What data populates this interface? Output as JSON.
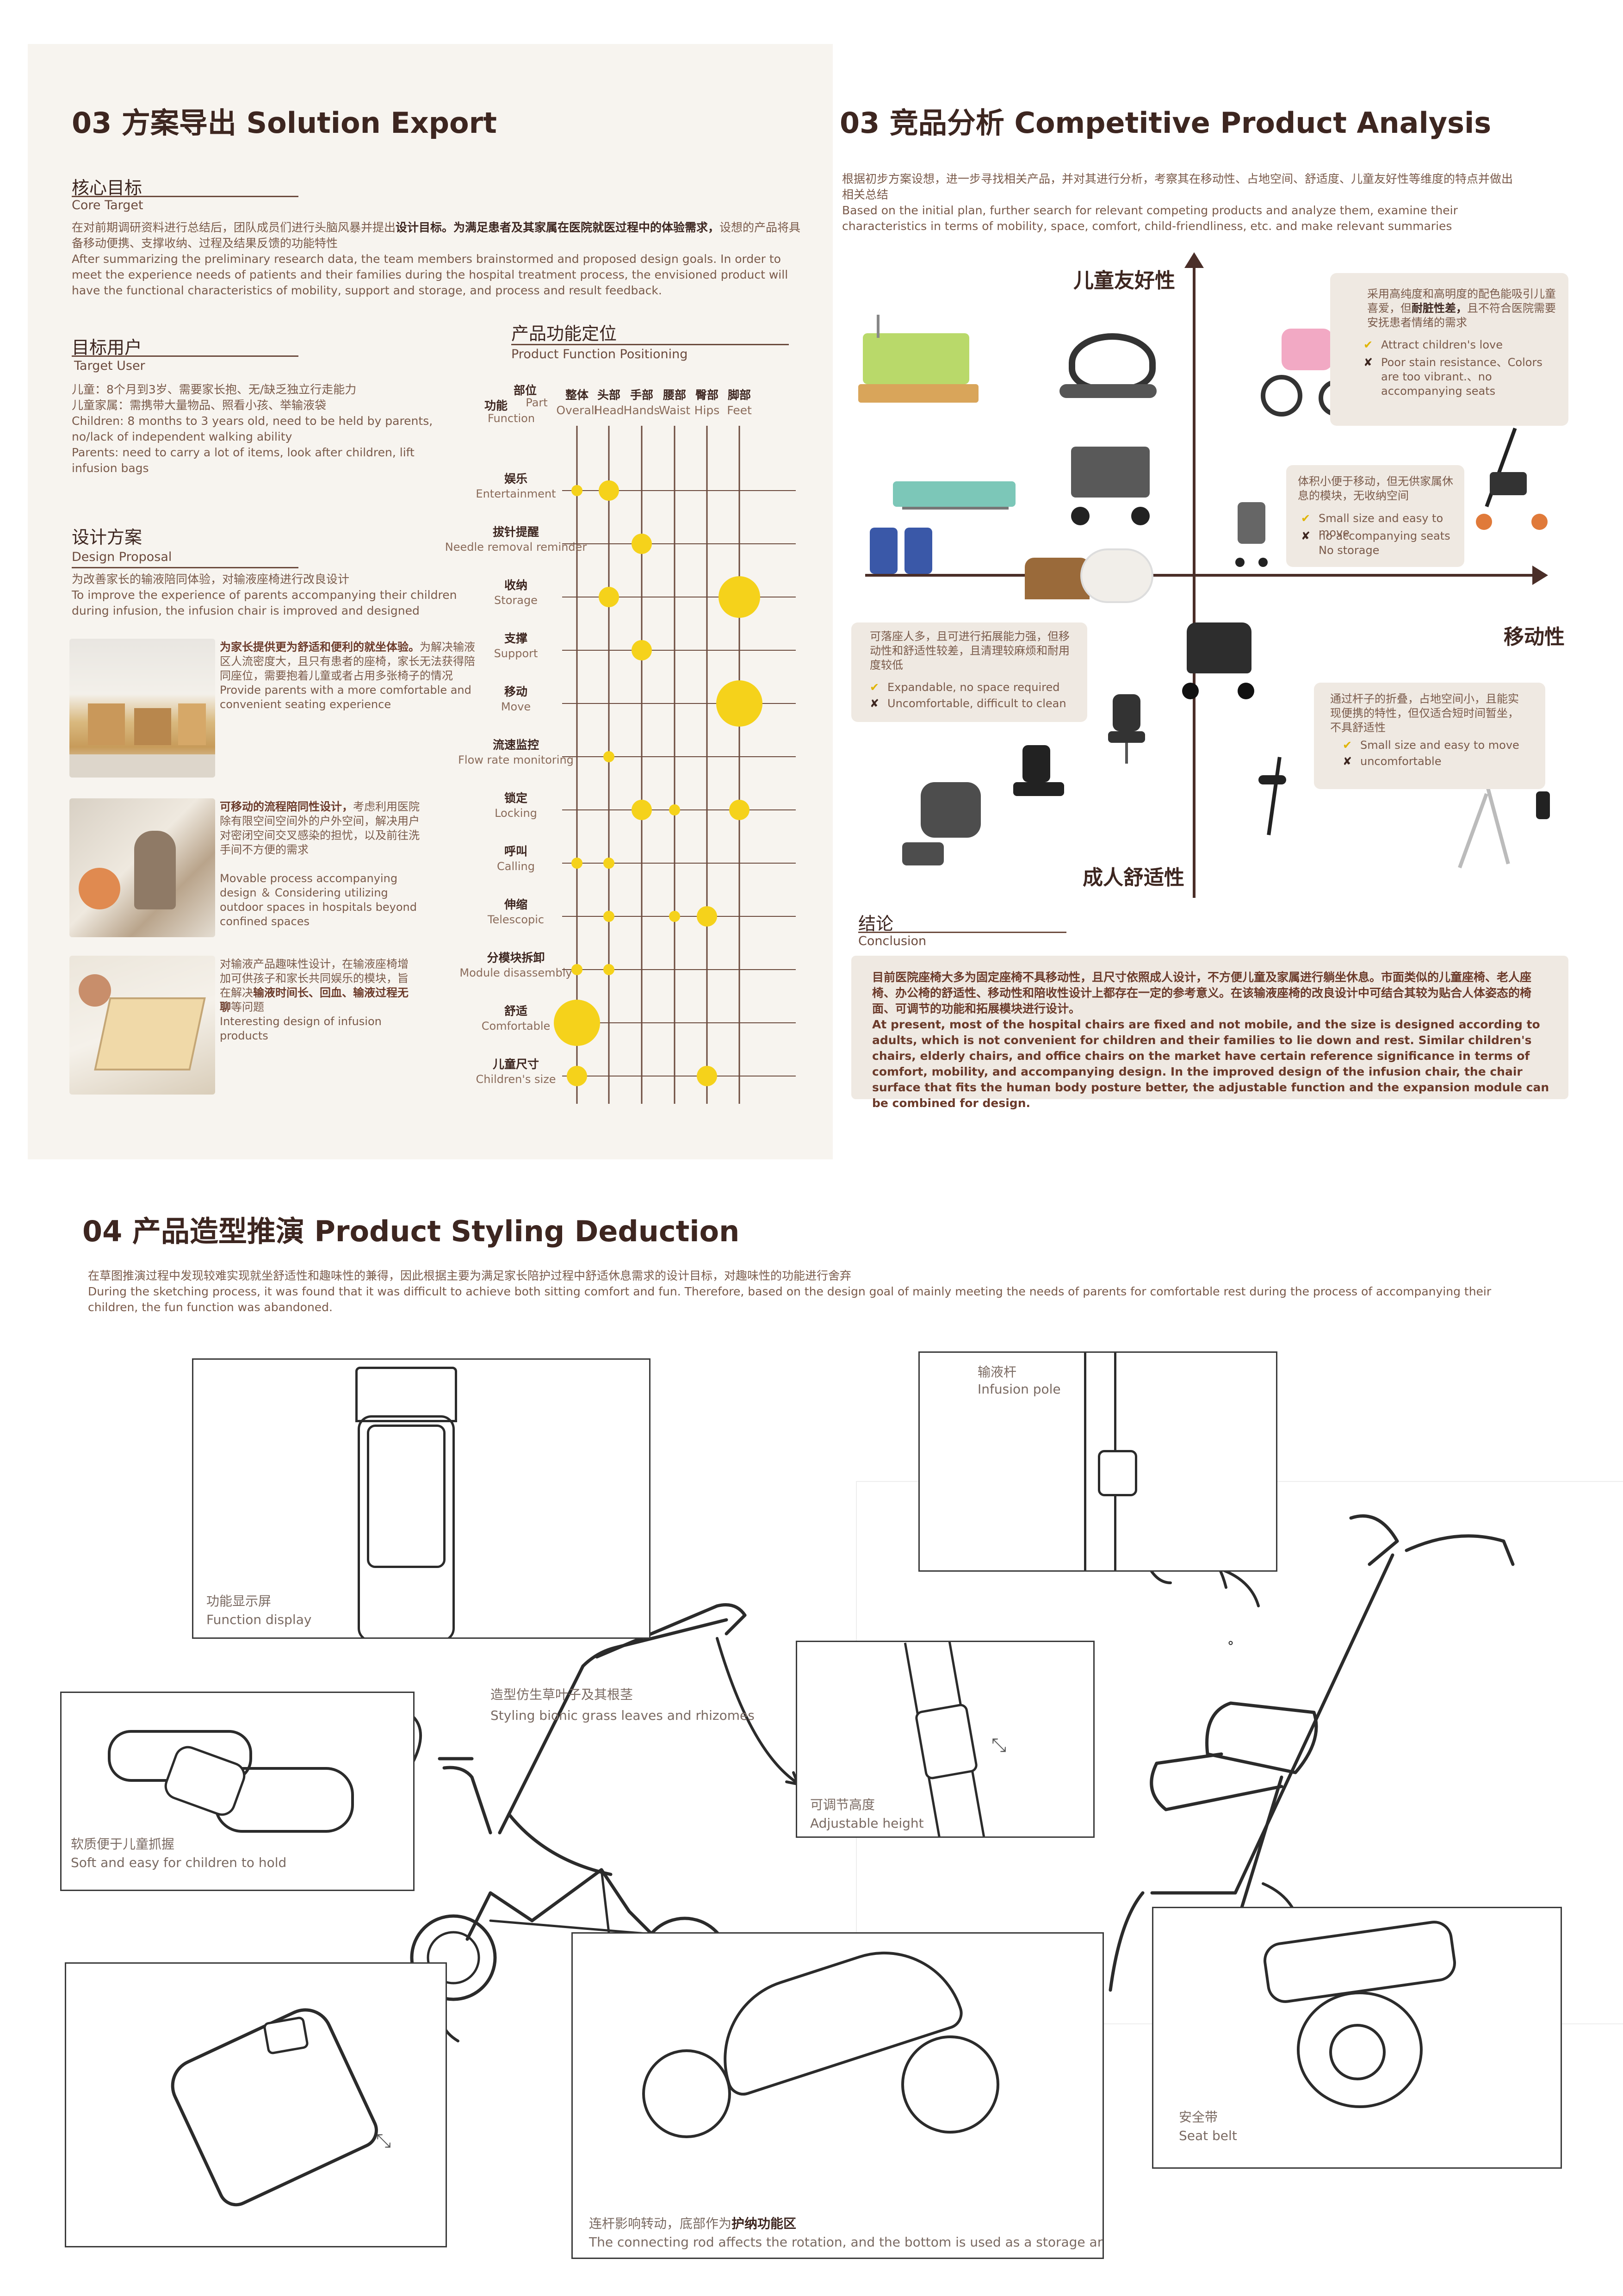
{
  "section3a": {
    "title": "03 方案导出 Solution Export",
    "core_target": {
      "heading_cn": "核心目标",
      "heading_en": "Core Target",
      "text_cn_plain": "在对前期调研资料进行总结后，团队成员们进行头脑风暴并提出",
      "text_cn_bold": "设计目标。为满足患者及其家属在医院就医过程中的体验需求，",
      "text_cn_tail": "设想的产品将具备移动便携、支撑收纳、过程及结果反馈的功能特性",
      "text_en": "After summarizing the preliminary research data, the team members brainstormed and proposed design goals. In order to meet the experience needs of patients and their families during the hospital treatment process, the envisioned product will have the functional characteristics of mobility, support and storage, and process and result feedback."
    },
    "target_user": {
      "heading_cn": "目标用户",
      "heading_en": "Target User",
      "line1": "儿童：8个月到3岁、需要家长抱、无/缺乏独立行走能力",
      "line2": "儿童家属：需携带大量物品、照看小孩、举输液袋",
      "line3": "Children: 8 months to 3 years old, need to be held by parents, no/lack of independent walking ability",
      "line4": "Parents: need to carry a lot of items, look after children, lift infusion bags"
    },
    "design_proposal": {
      "heading_cn": "设计方案",
      "heading_en": "Design Proposal",
      "intro_cn": "为改善家长的输液陪同体验，对输液座椅进行改良设计",
      "intro_en": "To improve the experience of parents accompanying their children during infusion, the infusion chair is improved and designed",
      "item1_cn_bold": "为家长提供更为舒适和便利的就坐体验。",
      "item1_cn": "为解决输液区人流密度大，且只有患者的座椅，家长无法获得陪同座位，需要抱着儿童或者占用多张椅子的情况",
      "item1_en": "Provide parents with a more comfortable and convenient seating experience",
      "item2_cn_bold": "可移动的流程陪同性设计，",
      "item2_cn": "考虑利用医院除有限空间空间外的户外空间，解决用户对密闭空间交叉感染的担忧，以及前往洗手间不方便的需求",
      "item2_en": "Movable process accompanying design ＆ Considering utilizing outdoor spaces in hospitals beyond confined spaces",
      "item3_cn": "对输液产品趣味性设计，在输液座椅增加可供孩子和家长共同娱乐的模块，旨在解决",
      "item3_cn_bold": "输液时间长、回血、输液过程无聊",
      "item3_cn_tail": "等问题",
      "item3_en": "Interesting design of infusion products"
    },
    "positioning": {
      "heading_cn": "产品功能定位",
      "heading_en": "Product Function Positioning",
      "corner_part_cn": "部位",
      "corner_part_en": "Part",
      "corner_func_cn": "功能",
      "corner_func_en": "Function",
      "columns": [
        {
          "cn": "整体",
          "en": "Overall"
        },
        {
          "cn": "头部",
          "en": "Head"
        },
        {
          "cn": "手部",
          "en": "Hands"
        },
        {
          "cn": "腰部",
          "en": "Waist"
        },
        {
          "cn": "臀部",
          "en": "Hips"
        },
        {
          "cn": "脚部",
          "en": "Feet"
        }
      ],
      "rows": [
        {
          "cn": "娱乐",
          "en": "Entertainment",
          "dots": [
            1,
            2,
            0,
            0,
            0,
            0
          ]
        },
        {
          "cn": "拔针提醒",
          "en": "Needle removal reminder",
          "dots": [
            0,
            0,
            2,
            0,
            0,
            0
          ]
        },
        {
          "cn": "收纳",
          "en": "Storage",
          "dots": [
            0,
            2,
            0,
            0,
            0,
            3
          ]
        },
        {
          "cn": "支撑",
          "en": "Support",
          "dots": [
            0,
            0,
            2,
            0,
            0,
            0
          ]
        },
        {
          "cn": "移动",
          "en": "Move",
          "dots": [
            0,
            0,
            0,
            0,
            0,
            4
          ]
        },
        {
          "cn": "流速监控",
          "en": "Flow rate monitoring",
          "dots": [
            0,
            1,
            0,
            0,
            0,
            0
          ]
        },
        {
          "cn": "锁定",
          "en": "Locking",
          "dots": [
            0,
            0,
            2,
            1,
            0,
            2
          ]
        },
        {
          "cn": "呼叫",
          "en": "Calling",
          "dots": [
            1,
            1,
            0,
            0,
            0,
            0
          ]
        },
        {
          "cn": "伸缩",
          "en": "Telescopic",
          "dots": [
            0,
            1,
            0,
            1,
            2,
            0
          ]
        },
        {
          "cn": "分模块拆卸",
          "en": "Module disassembly",
          "dots": [
            1,
            1,
            0,
            0,
            0,
            0
          ]
        },
        {
          "cn": "舒适",
          "en": "Comfortable",
          "dots": [
            4,
            0,
            0,
            0,
            0,
            0
          ]
        },
        {
          "cn": "儿童尺寸",
          "en": "Children's size",
          "dots": [
            2,
            0,
            0,
            0,
            2,
            0
          ]
        }
      ],
      "dot_color": "#f5d21b"
    }
  },
  "section3b": {
    "title": "03 竞品分析 Competitive Product Analysis",
    "intro_cn": "根据初步方案设想，进一步寻找相关产品，并对其进行分析，考察其在移动性、占地空间、舒适度、儿童友好性等维度的特点并做出相关总结",
    "intro_en": "Based on the initial plan, further search for relevant competing products and analyze them, examine their characteristics in terms of mobility, space, comfort, child-friendliness, etc. and make relevant summaries",
    "axis_top": "儿童友好性",
    "axis_right": "移动性",
    "axis_bottom": "成人舒适性",
    "card1": {
      "cn_plain": "采用高纯度和高明度的配色能吸引儿童喜爱，但",
      "cn_bold": "耐脏性差，",
      "cn_tail": "且不符合医院需要安抚患者情绪的需求",
      "pro": "Attract children's love",
      "con": "Poor stain resistance、Colors are too vibrant.、no accompanying seats"
    },
    "card2": {
      "cn": "体积小便于移动，但无供家属休息的模块，无收纳空间",
      "pro": "Small size and easy to move",
      "con": "no accompanying seats No storage"
    },
    "card3": {
      "cn": "可落座人多，且可进行拓展能力强，但移动性和舒适性较差，且清理较麻烦和耐用度较低",
      "pro": "Expandable, no space required",
      "con": "Uncomfortable, difficult to clean"
    },
    "card4": {
      "cn": "通过杆子的折叠，占地空间小，且能实现便携的特性，但仅适合短时间暂坐，不具舒适性",
      "pro": "Small size and easy to move",
      "con": "uncomfortable"
    },
    "conclusion": {
      "heading_cn": "结论",
      "heading_en": "Conclusion",
      "text_cn": "目前医院座椅大多为固定座椅不具移动性，且尺寸依照成人设计，不方便儿童及家属进行躺坐休息。市面类似的儿童座椅、老人座椅、办公椅的舒适性、移动性和陪收性设计上都存在一定的参考意义。在该输液座椅的改良设计中可结合其较为贴合人体姿态的椅面、可调节的功能和拓展模块进行设计。",
      "text_en": "At present, most of the hospital chairs are fixed and not mobile, and the size is designed according to adults, which is not convenient for children and their families to lie down and rest. Similar children's chairs, elderly chairs, and office chairs on the market have certain reference significance in terms of comfort, mobility, and accompanying design. In the improved design of the infusion chair, the chair surface that fits the human body posture better, the adjustable function and the expansion module can be combined for design."
    },
    "accent": "#f5d21b"
  },
  "section4": {
    "title": "04 产品造型推演 Product Styling Deduction",
    "intro_cn": "在草图推演过程中发现较难实现就坐舒适性和趣味性的兼得，因此根据主要为满足家长陪护过程中舒适休息需求的设计目标，对趣味性的功能进行舍弃",
    "intro_en": "During the sketching process, it was found that it was difficult to achieve both sitting comfort and fun. Therefore, based on the design goal of mainly meeting the needs of parents for comfortable rest during the process of accompanying their children, the fun function was abandoned.",
    "callouts": {
      "display_cn": "功能显示屏",
      "display_en": "Function display",
      "pole_cn": "输液杆",
      "pole_en": "Infusion pole",
      "bionic_cn": "造型仿生草叶子及其根茎",
      "bionic_en": "Styling bionic grass leaves and rhizomes",
      "soft_cn": "软质便于儿童抓握",
      "soft_en": "Soft and easy for children to hold",
      "height_cn": "可调节高度",
      "height_en": "Adjustable height",
      "belt_cn": "安全带",
      "belt_en": "Seat belt",
      "rod_cn_plain": "连杆影响转动，底部作为",
      "rod_cn_bold": "护纳功能区",
      "rod_en": "The connecting rod affects the rotation, and the bottom is used as a storage area"
    }
  }
}
